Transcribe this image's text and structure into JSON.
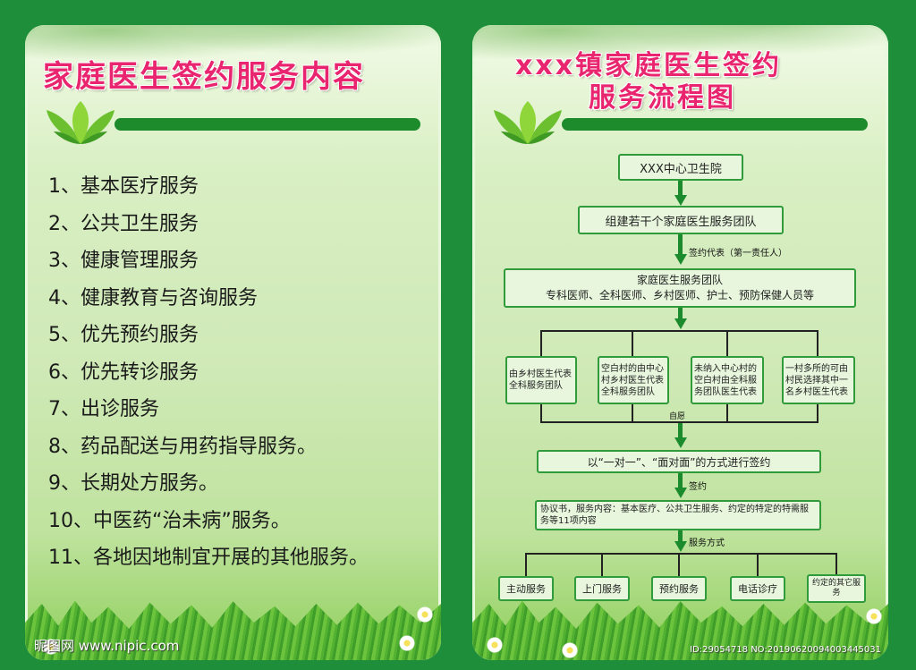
{
  "left": {
    "title": "家庭医生签约服务内容",
    "items": [
      "1、基本医疗服务",
      "2、公共卫生服务",
      "3、健康管理服务",
      "4、健康教育与咨询服务",
      "5、优先预约服务",
      "6、优先转诊服务",
      "7、出诊服务",
      "8、药品配送与用药指导服务。",
      "9、长期处方服务。",
      "10、中医药“治未病”服务。",
      "11、各地因地制宜开展的其他服务。"
    ]
  },
  "right": {
    "title_line1": "xxx镇家庭医生签约",
    "title_line2": "服务流程图",
    "node_center": "XXX中心卫生院",
    "node_teams": "组建若干个家庭医生服务团队",
    "label_rep": "签约代表（第一责任人）",
    "node_team_line1": "家庭医生服务团队",
    "node_team_line2": "专科医师、全科医师、乡村医师、护士、预防保健人员等",
    "branches": [
      "由乡村医生代表全科服务团队",
      "空白村的由中心村乡村医生代表全科服务团队",
      "未纳入中心村的空白村由全科服务团队医生代表",
      "一村多所的可由村民选择其中一名乡村医生代表"
    ],
    "label_voluntary": "自愿",
    "node_sign": "以“一对一”、“面对面”的方式进行签约",
    "label_sign": "签约",
    "node_agreement": "协议书，服务内容：基本医疗、公共卫生服务、约定的特定的特需服务等11项内容",
    "label_mode": "服务方式",
    "modes": [
      "主动服务",
      "上门服务",
      "预约服务",
      "电话诊疗",
      "约定的其它服务"
    ]
  },
  "watermark": {
    "left": "昵图网 www.nipic.com",
    "right": "ID:29054718 NO:20190620094003445031"
  }
}
